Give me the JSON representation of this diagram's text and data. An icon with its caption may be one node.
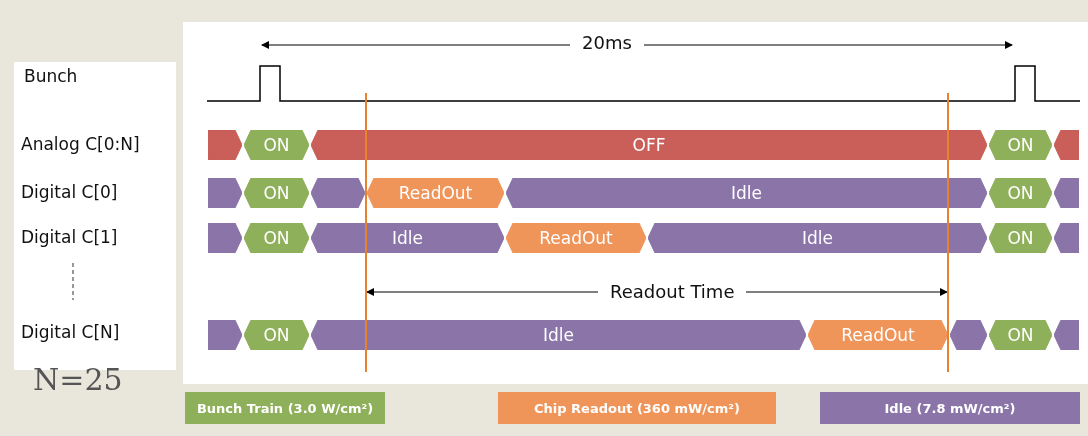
{
  "diagram": {
    "nodes": [
      {
        "text": [],
        "shape": "bar"
      },
      {
        "text": [
          "ON"
        ]
      },
      {
        "text": [
          "OFF"
        ]
      },
      {
        "text": [
          "ON"
        ]
      },
      {
        "text": [],
        "shape": "bar"
      },
      {
        "text": [],
        "shape": "bar"
      },
      {
        "text": [
          "ON"
        ]
      },
      {
        "text": [],
        "shape": "bar"
      },
      {
        "text": [
          "ReadOut"
        ]
      },
      {
        "text": [
          "Idle"
        ]
      },
      {
        "text": [
          "ON"
        ]
      },
      {
        "text": [],
        "shape": "bar"
      },
      {
        "text": [],
        "shape": "bar"
      },
      {
        "text": [
          "ON"
        ]
      },
      {
        "text": [
          "Idle"
        ]
      },
      {
        "text": [
          "ReadOut"
        ]
      },
      {
        "text": [
          "Idle"
        ]
      },
      {
        "text": [
          "ON"
        ]
      },
      {
        "text": [],
        "shape": "bar"
      },
      {
        "text": [],
        "shape": "bar"
      },
      {
        "text": [
          "ON"
        ]
      },
      {
        "text": [
          "Idle"
        ]
      },
      {
        "text": [
          "ReadOut"
        ]
      },
      {
        "text": [],
        "shape": "bar"
      },
      {
        "text": [
          "ON"
        ]
      },
      {
        "text": [],
        "shape": "bar"
      }
    ],
    "labels": [
      "20ms",
      "Bunch",
      "Analog C[0:N]",
      "Digital C[0]",
      "Digital C[1]",
      "Readout Time",
      "Digital C[N]",
      "N=25"
    ],
    "legend": [
      {
        "text": "Bunch Train (3.0 W/cm²)",
        "color": "#8fb05a"
      },
      {
        "text": "Chip Readout  (360 mW/cm²)",
        "color": "#f0955a"
      },
      {
        "text": "Idle (7.8 mW/cm²)",
        "color": "#8a74a8"
      }
    ]
  }
}
